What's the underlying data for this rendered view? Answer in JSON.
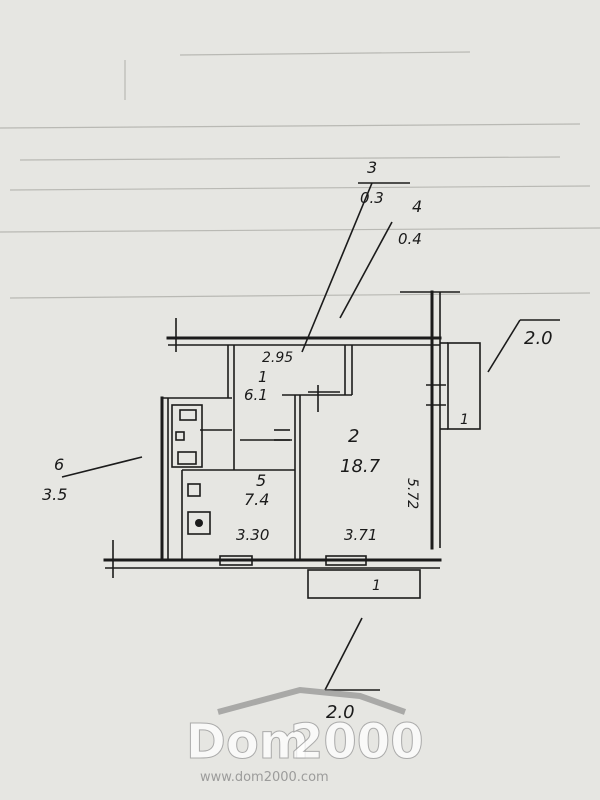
{
  "plan": {
    "rooms": [
      {
        "number": "1",
        "area": "6.1"
      },
      {
        "number": "2",
        "area": "18.7"
      },
      {
        "number": "3",
        "area": "0.3"
      },
      {
        "number": "4",
        "area": "0.4"
      },
      {
        "number": "5",
        "area": "7.4"
      },
      {
        "number": "6",
        "area": "3.5"
      }
    ],
    "dimensions": {
      "top_width": "2.95",
      "bottom_left": "3.30",
      "bottom_right": "3.71",
      "right_side": "5.72"
    },
    "balcony_labels": {
      "right": "2.0",
      "bottom": "2.0",
      "right_inner": "1",
      "bottom_inner": "1"
    }
  },
  "watermark": {
    "brand_prefix": "Dom",
    "brand_suffix": "2000",
    "url": "www.dom2000.com"
  },
  "colors": {
    "paper": "#e6e6e2",
    "ink": "#1b1b1b"
  }
}
